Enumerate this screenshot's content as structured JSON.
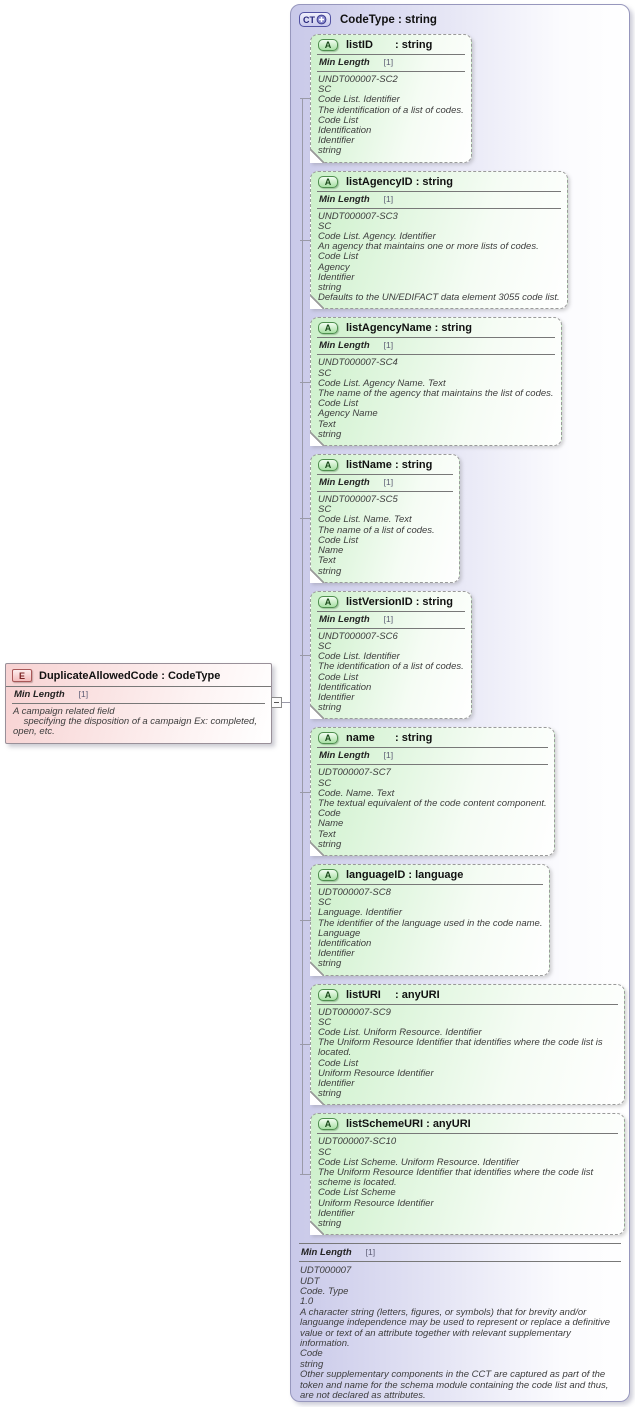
{
  "element": {
    "icon_label": "E",
    "name": "DuplicateAllowedCode",
    "type": "CodeType",
    "facet": {
      "label": "Min Length",
      "value": "[1]"
    },
    "annotation": [
      "A campaign related field",
      "    specifying the disposition of a campaign Ex: completed, open, etc."
    ]
  },
  "complex_type": {
    "icon_label": "CT",
    "name": "CodeType",
    "type": "string",
    "attribute_icon_label": "A",
    "attributes": [
      {
        "name": "listID",
        "type": "string",
        "facet": {
          "label": "Min Length",
          "value": "[1]"
        },
        "annotation": [
          "UNDT000007-SC2",
          "SC",
          "Code List. Identifier",
          "The identification of a list of codes.",
          "Code List",
          "Identification",
          "Identifier",
          "string"
        ]
      },
      {
        "name": "listAgencyID",
        "type": "string",
        "facet": {
          "label": "Min Length",
          "value": "[1]"
        },
        "annotation": [
          "UNDT000007-SC3",
          "SC",
          "Code List. Agency. Identifier",
          "An agency that maintains one or more lists of codes.",
          "Code List",
          "Agency",
          "Identifier",
          "string",
          "Defaults to the UN/EDIFACT data element 3055 code list."
        ]
      },
      {
        "name": "listAgencyName",
        "type": "string",
        "facet": {
          "label": "Min Length",
          "value": "[1]"
        },
        "annotation": [
          "UNDT000007-SC4",
          "SC",
          "Code List. Agency Name. Text",
          "The name of the agency that maintains the list of codes.",
          "Code List",
          "Agency Name",
          "Text",
          "string"
        ]
      },
      {
        "name": "listName",
        "type": "string",
        "facet": {
          "label": "Min Length",
          "value": "[1]"
        },
        "annotation": [
          "UNDT000007-SC5",
          "SC",
          "Code List. Name. Text",
          "The name of a list of codes.",
          "Code List",
          "Name",
          "Text",
          "string"
        ]
      },
      {
        "name": "listVersionID",
        "type": "string",
        "facet": {
          "label": "Min Length",
          "value": "[1]"
        },
        "annotation": [
          "UNDT000007-SC6",
          "SC",
          "Code List. Identifier",
          "The identification of a list of codes.",
          "Code List",
          "Identification",
          "Identifier",
          "string"
        ]
      },
      {
        "name": "name",
        "type": "string",
        "facet": {
          "label": "Min Length",
          "value": "[1]"
        },
        "annotation": [
          "UDT000007-SC7",
          "SC",
          "Code. Name. Text",
          "The textual equivalent of the code content component.",
          "Code",
          "Name",
          "Text",
          "string"
        ]
      },
      {
        "name": "languageID",
        "type": "language",
        "facet": null,
        "annotation": [
          "UDT000007-SC8",
          "SC",
          "Language. Identifier",
          "The identifier of the language used in the code name.",
          "Language",
          "Identification",
          "Identifier",
          "string"
        ]
      },
      {
        "name": "listURI",
        "type": "anyURI",
        "facet": null,
        "annotation": [
          "UDT000007-SC9",
          "SC",
          "Code List. Uniform Resource. Identifier",
          "The Uniform Resource Identifier that identifies where the code list is located.",
          "Code List",
          "Uniform Resource Identifier",
          "Identifier",
          "string"
        ]
      },
      {
        "name": "listSchemeURI",
        "type": "anyURI",
        "facet": null,
        "annotation": [
          "UDT000007-SC10",
          "SC",
          "Code List Scheme. Uniform Resource. Identifier",
          "The Uniform Resource Identifier that identifies where the code list scheme is located.",
          "Code List Scheme",
          "Uniform Resource Identifier",
          "Identifier",
          "string"
        ]
      }
    ],
    "facet": {
      "label": "Min Length",
      "value": "[1]"
    },
    "annotation": [
      "UDT000007",
      "UDT",
      "Code. Type",
      "1.0",
      "A character string (letters, figures, or symbols) that for brevity and/or languange independence may be used to represent or replace a definitive value or text of an attribute together with relevant supplementary information.",
      "Code",
      "string",
      "Other supplementary components in the CCT are captured as part of the token and name for the schema module containing the code list and thus, are not declared as attributes."
    ]
  }
}
